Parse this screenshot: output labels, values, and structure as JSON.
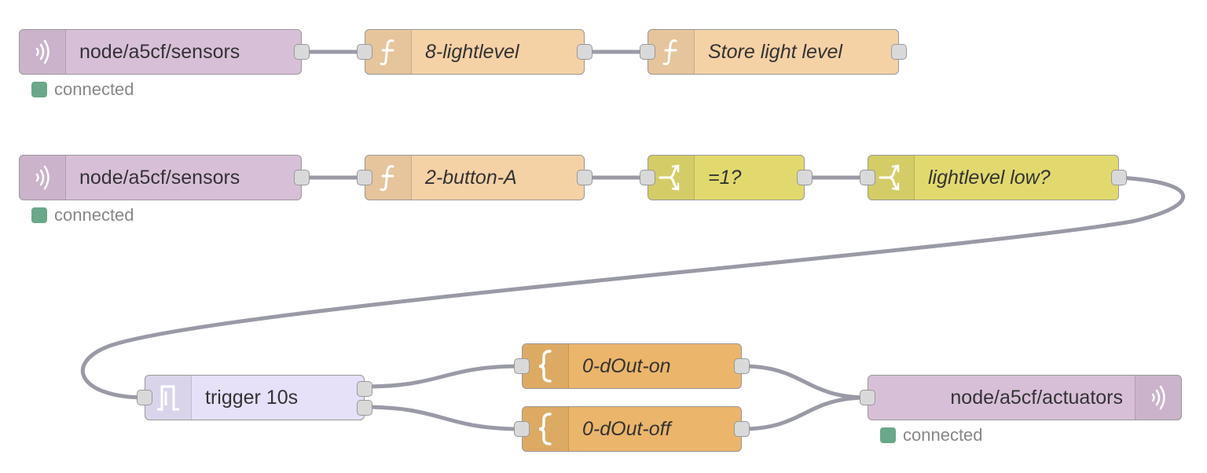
{
  "flow": {
    "row1": {
      "mqtt_in": {
        "label": "node/a5cf/sensors",
        "status": "connected"
      },
      "func_lightlevel": {
        "label": "8-lightlevel"
      },
      "func_store": {
        "label": "Store light level"
      }
    },
    "row2": {
      "mqtt_in": {
        "label": "node/a5cf/sensors",
        "status": "connected"
      },
      "func_button": {
        "label": "2-button-A"
      },
      "switch_eq1": {
        "label": "=1?"
      },
      "switch_low": {
        "label": "lightlevel low?"
      }
    },
    "row3": {
      "trigger": {
        "label": "trigger 10s"
      },
      "template_on": {
        "label": "0-dOut-on"
      },
      "template_off": {
        "label": "0-dOut-off"
      },
      "mqtt_out": {
        "label": "node/a5cf/actuators",
        "status": "connected"
      }
    }
  },
  "colors": {
    "mqtt": "#d8bfd8",
    "function": "#f5d1a6",
    "switch": "#e2d96e",
    "trigger": "#e6e0f8",
    "template": "#ebb56b",
    "wire": "#999aa6",
    "status_connected": "#5a9e7c"
  },
  "icons": {
    "mqtt": "radio-waves-icon",
    "function": "function-icon",
    "switch": "switch-icon",
    "trigger": "trigger-pulse-icon",
    "template": "brace-icon"
  }
}
